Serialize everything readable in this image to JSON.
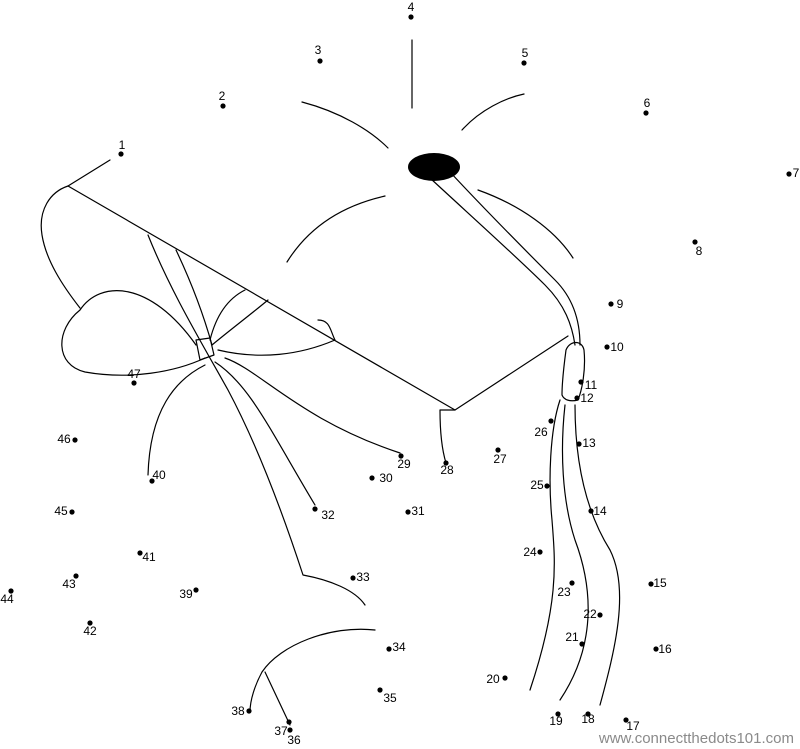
{
  "title": "Graduation cap connect the dots",
  "dots": [
    "1",
    "2",
    "3",
    "4",
    "5",
    "6",
    "7",
    "8",
    "9",
    "10",
    "11",
    "12",
    "13",
    "14",
    "15",
    "16",
    "17",
    "18",
    "19",
    "20",
    "21",
    "22",
    "23",
    "24",
    "25",
    "26",
    "27",
    "28",
    "29",
    "30",
    "31",
    "32",
    "33",
    "34",
    "35",
    "36",
    "37",
    "38",
    "39",
    "40",
    "41",
    "42",
    "43",
    "44",
    "45",
    "46",
    "47"
  ],
  "watermark": "www.connectthedots101.com"
}
